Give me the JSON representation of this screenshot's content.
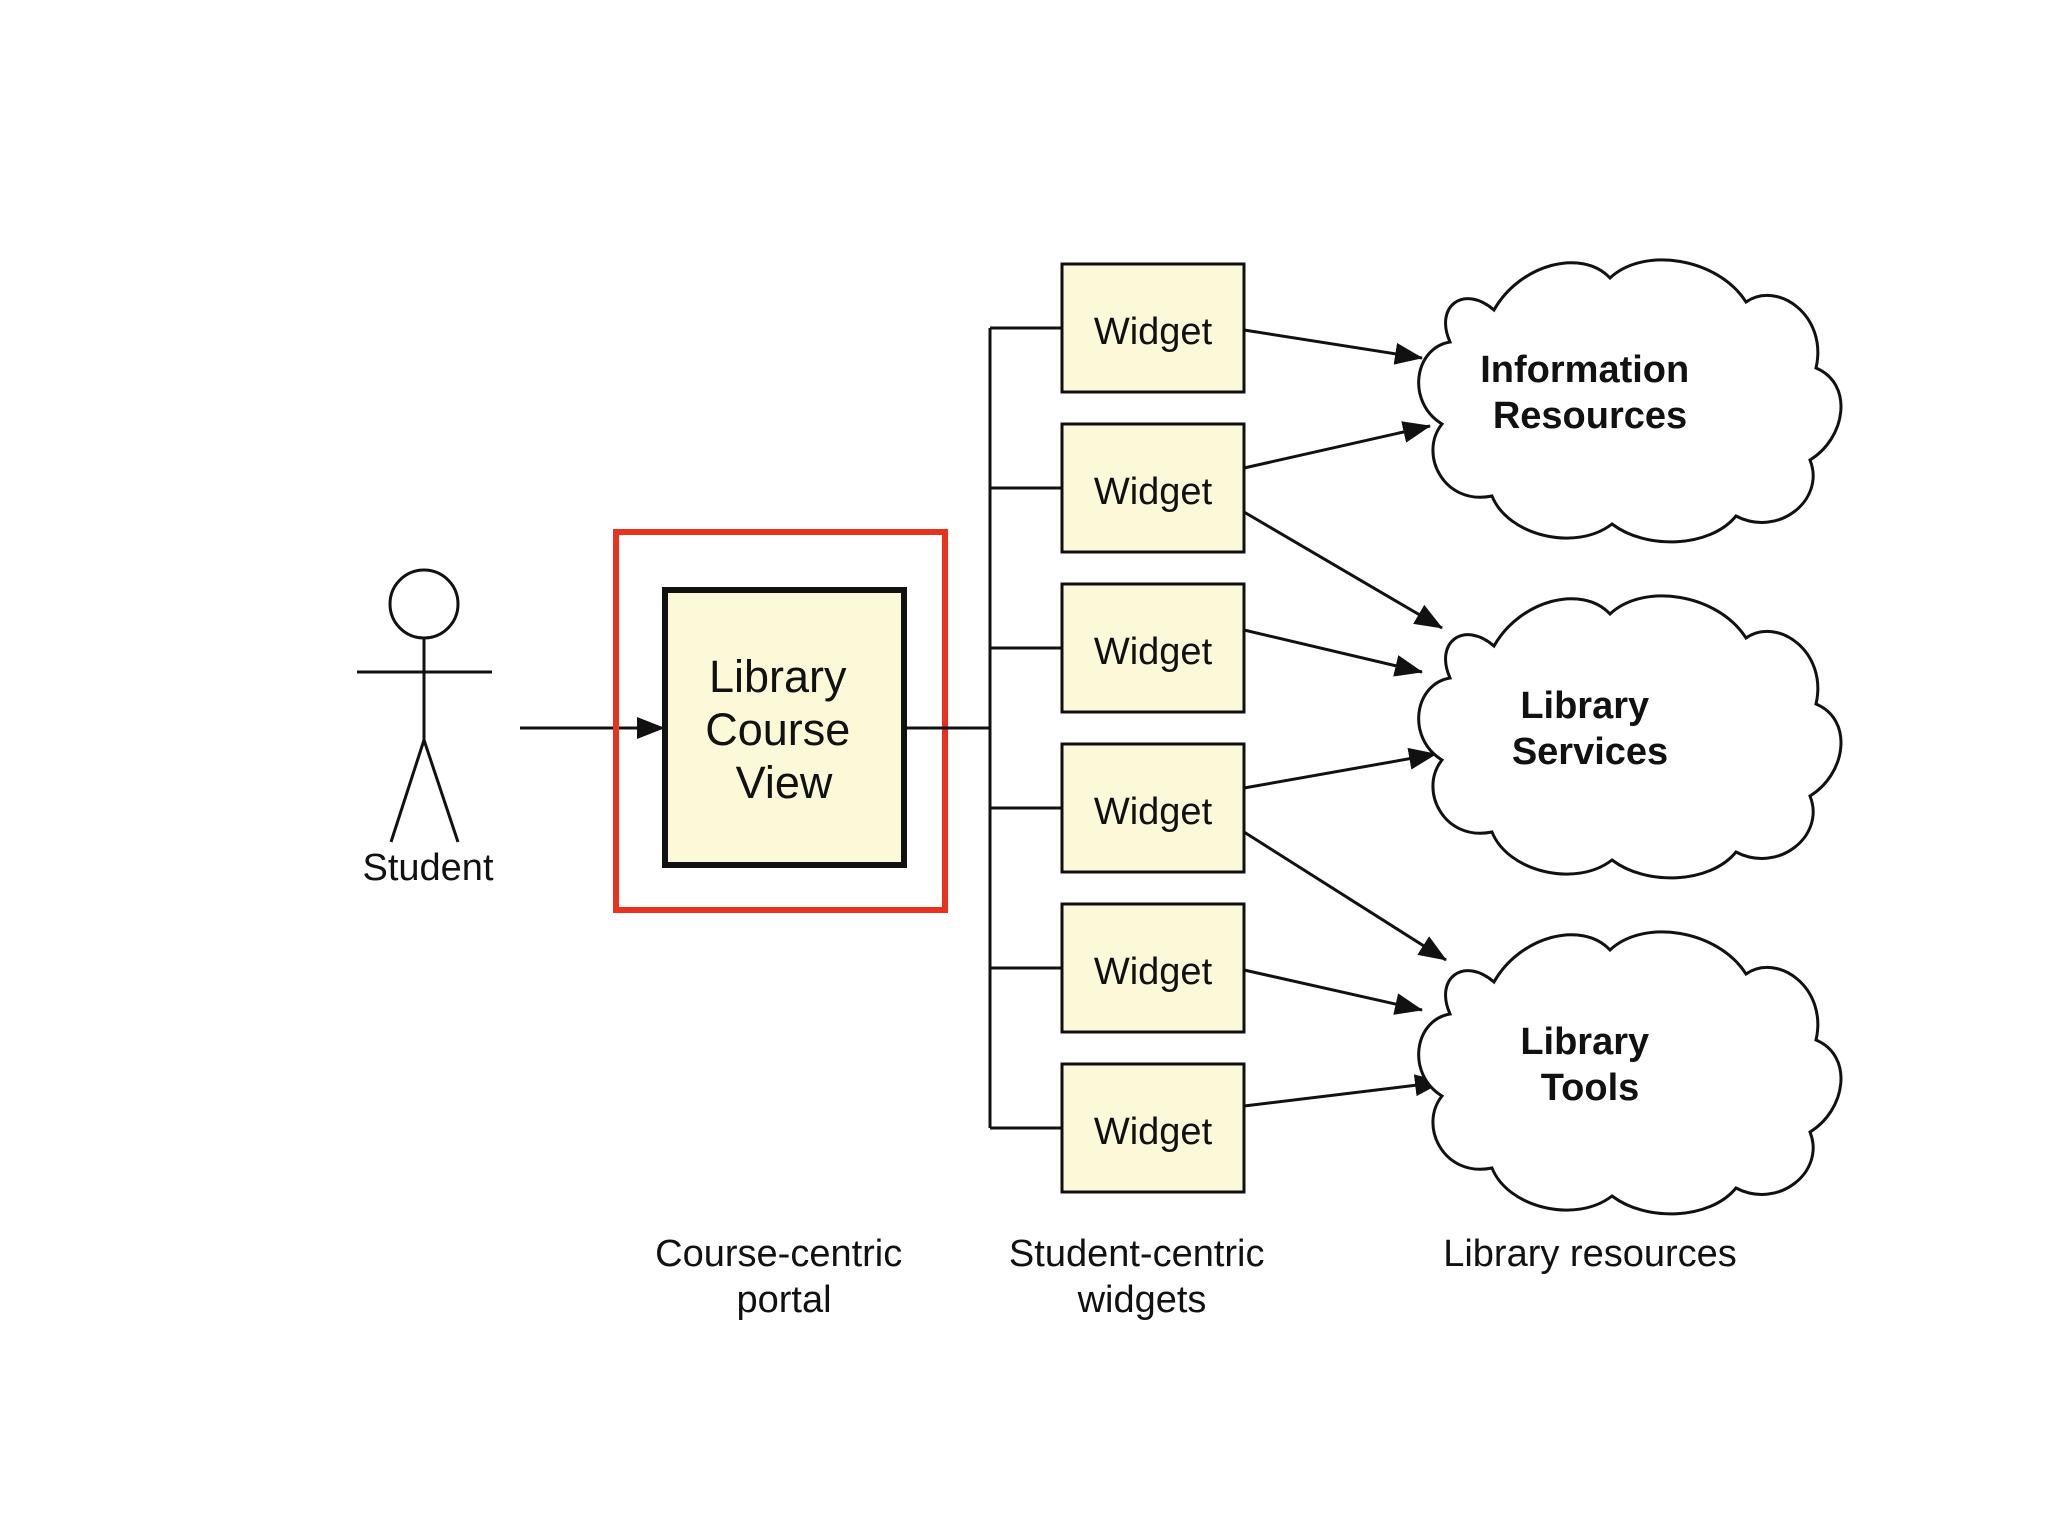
{
  "student": {
    "label": "Student"
  },
  "portal": {
    "lines": [
      "Library",
      "Course",
      "View"
    ],
    "highlight_color": "#e8321e",
    "box_fill": "#fbf9d8"
  },
  "widgets": [
    {
      "label": "Widget"
    },
    {
      "label": "Widget"
    },
    {
      "label": "Widget"
    },
    {
      "label": "Widget"
    },
    {
      "label": "Widget"
    },
    {
      "label": "Widget"
    }
  ],
  "resources": [
    {
      "lines": [
        "Information",
        "Resources"
      ]
    },
    {
      "lines": [
        "Library",
        "Services"
      ]
    },
    {
      "lines": [
        "Library",
        "Tools"
      ]
    }
  ],
  "captions": {
    "portal": [
      "Course-centric",
      "portal"
    ],
    "widgets": [
      "Student-centric",
      "widgets"
    ],
    "resources": [
      "Library resources"
    ]
  }
}
